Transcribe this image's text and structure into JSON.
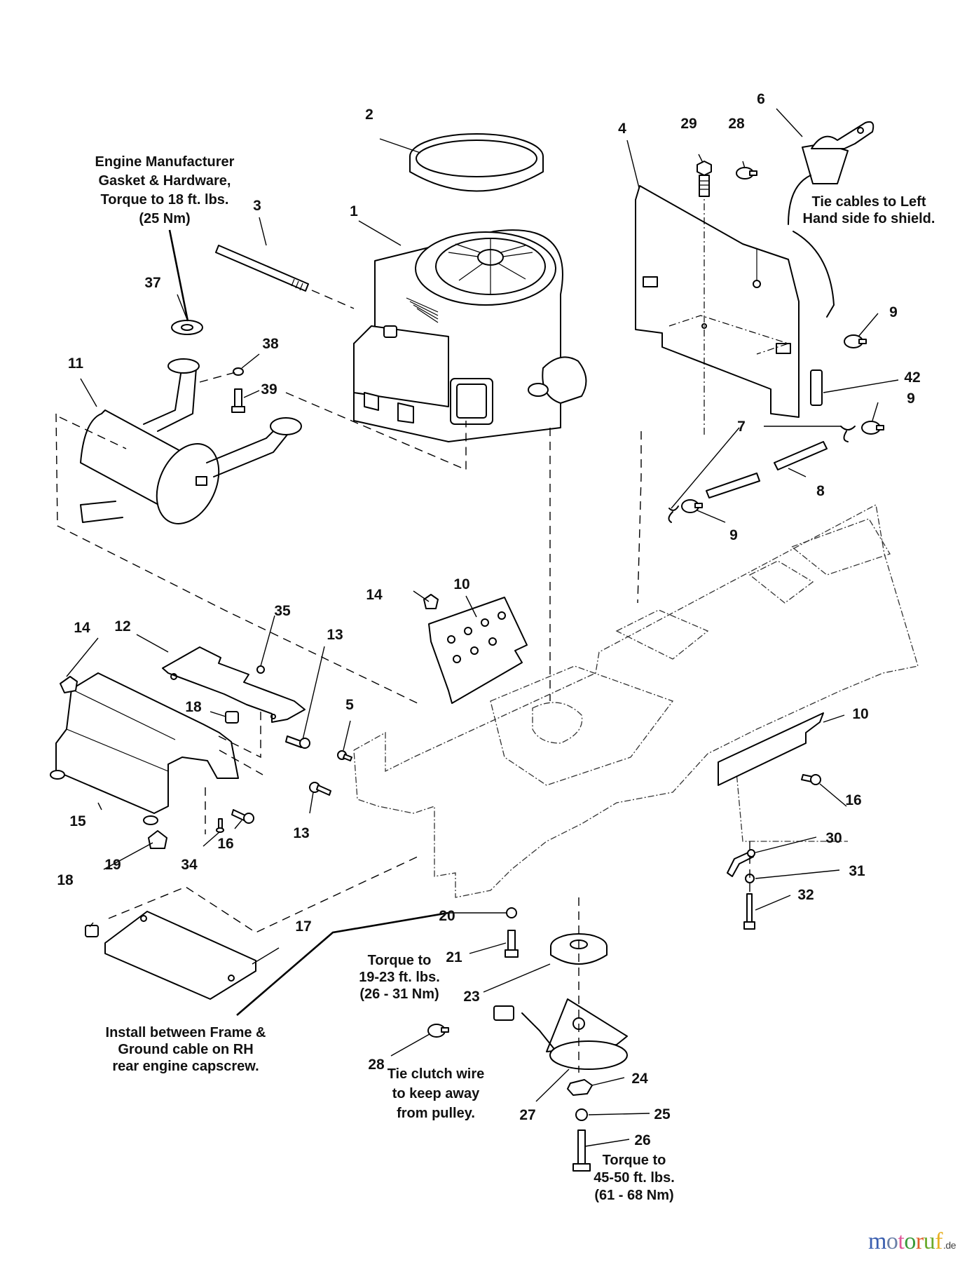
{
  "diagram": {
    "type": "exploded-parts-diagram",
    "subject": "Engine, muffler, shields, frame and PTO clutch assembly"
  },
  "callouts": {
    "c1": "1",
    "c2": "2",
    "c3": "3",
    "c4": "4",
    "c5": "5",
    "c6": "6",
    "c7": "7",
    "c8": "8",
    "c9a": "9",
    "c9b": "9",
    "c9c": "9",
    "c10a": "10",
    "c10b": "10",
    "c11": "11",
    "c12": "12",
    "c13a": "13",
    "c13b": "13",
    "c14a": "14",
    "c14b": "14",
    "c15": "15",
    "c16a": "16",
    "c16b": "16",
    "c17": "17",
    "c18a": "18",
    "c18b": "18",
    "c19": "19",
    "c20": "20",
    "c21": "21",
    "c23": "23",
    "c24": "24",
    "c25": "25",
    "c26": "26",
    "c27": "27",
    "c28a": "28",
    "c28b": "28",
    "c29": "29",
    "c30": "30",
    "c31": "31",
    "c32": "32",
    "c34": "34",
    "c35": "35",
    "c37": "37",
    "c38": "38",
    "c39": "39",
    "c42": "42"
  },
  "notes": {
    "engine_gasket": [
      "Engine Manufacturer",
      "Gasket & Hardware,",
      "Torque to 18 ft. lbs.",
      "(25 Nm)"
    ],
    "tie_cables": [
      "Tie cables to Left",
      "Hand side fo shield."
    ],
    "ground_cable": [
      "Install between Frame &",
      "Ground cable on RH",
      "rear engine capscrew."
    ],
    "torque_21": [
      "Torque to",
      "19-23 ft. lbs.",
      "(26 - 31 Nm)"
    ],
    "tie_clutch": [
      "Tie clutch wire",
      "to keep away",
      "from pulley."
    ],
    "torque_26": [
      "Torque to",
      "45-50 ft. lbs.",
      "(61 - 68 Nm)"
    ]
  },
  "watermark": {
    "letters": [
      {
        "ch": "m",
        "color": "#3b5fb0"
      },
      {
        "ch": "o",
        "color": "#6a7fa8"
      },
      {
        "ch": "t",
        "color": "#e0589a"
      },
      {
        "ch": "o",
        "color": "#3a9a3a"
      },
      {
        "ch": "r",
        "color": "#e0602a"
      },
      {
        "ch": "u",
        "color": "#6aaa2a"
      },
      {
        "ch": "f",
        "color": "#e8b020"
      }
    ],
    "tld": ".de"
  }
}
